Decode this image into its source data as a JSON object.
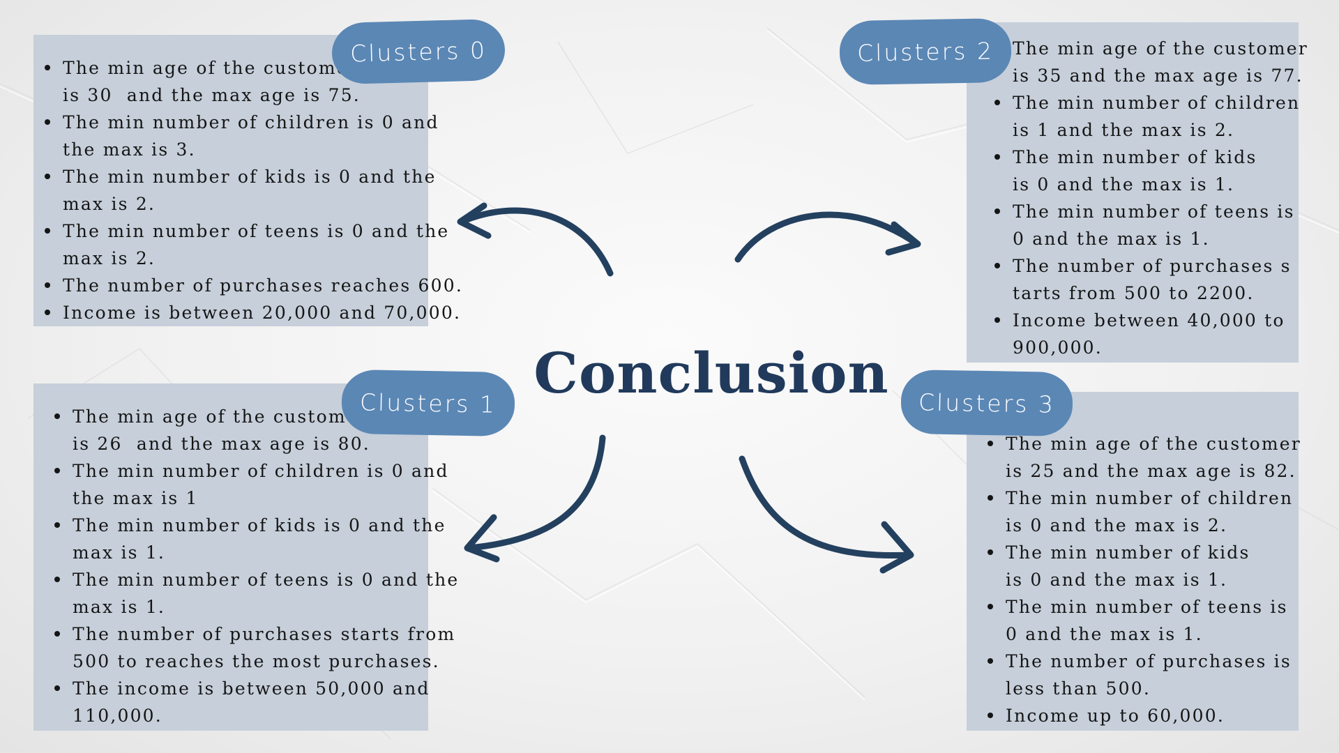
{
  "title": "Conclusion",
  "colors": {
    "box": "#c6cfda",
    "pill": "#5b87b5",
    "title": "#213a5c",
    "arrow": "#24405f"
  },
  "clusters": [
    {
      "label": "Clusters 0",
      "items": [
        "The min age of the customer\nis 30  and the max age is 75.",
        "The min number of children is 0 and\nthe max is 3.",
        "The min number of kids is 0 and the\nmax is 2.",
        "The min number of teens is 0 and the\nmax is 2.",
        "The number of purchases reaches 600.",
        "Income is between 20,000 and 70,000."
      ]
    },
    {
      "label": "Clusters 1",
      "items": [
        "The min age of the customer\nis 26  and the max age is 80.",
        "The min number of children is 0 and\nthe max is 1",
        "The min number of kids is 0 and the\nmax is 1.",
        "The min number of teens is 0 and the\nmax is 1.",
        "The number of purchases starts from\n500 to reaches the most purchases.",
        "The income is between 50,000 and\n110,000."
      ]
    },
    {
      "label": "Clusters 2",
      "items": [
        "The min age of the customer\nis 35 and the max age is 77.",
        "The min number of children\nis 1 and the max is 2.",
        "The min number of kids\nis 0 and the max is 1.",
        "The min number of teens is\n0 and the max is 1.",
        "The number of purchases s\ntarts from 500 to 2200.",
        "Income between 40,000 to\n900,000."
      ]
    },
    {
      "label": "Clusters 3",
      "items": [
        "The min age of the customer\nis 25 and the max age is 82.",
        "The min number of children\nis 0 and the max is 2.",
        "The min number of kids\nis 0 and the max is 1.",
        "The min number of teens is\n0 and the max is 1.",
        "The number of purchases is\nless than 500.",
        "Income up to 60,000."
      ]
    }
  ]
}
